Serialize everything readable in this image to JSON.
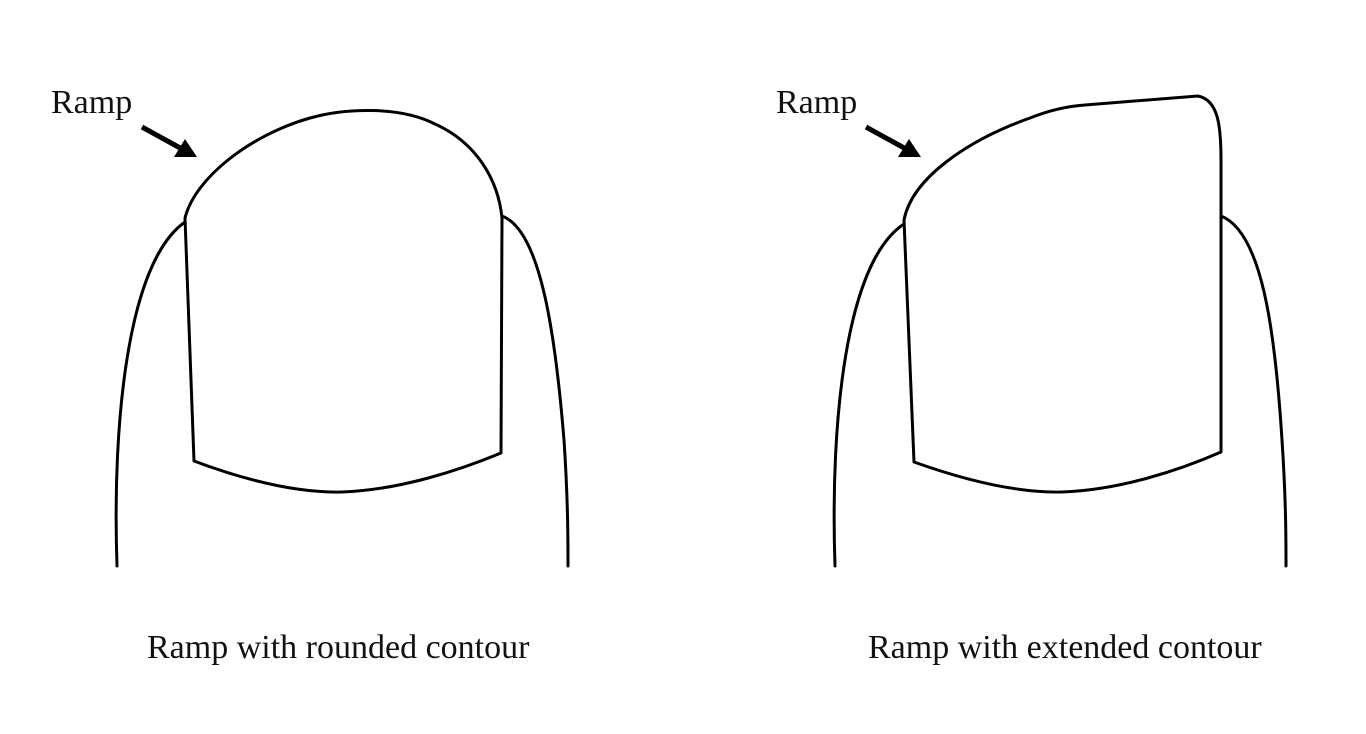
{
  "panels": [
    {
      "id": "rounded",
      "ramp_label": "Ramp",
      "caption": "Ramp with rounded contour"
    },
    {
      "id": "extended",
      "ramp_label": "Ramp",
      "caption": "Ramp with extended contour"
    }
  ]
}
